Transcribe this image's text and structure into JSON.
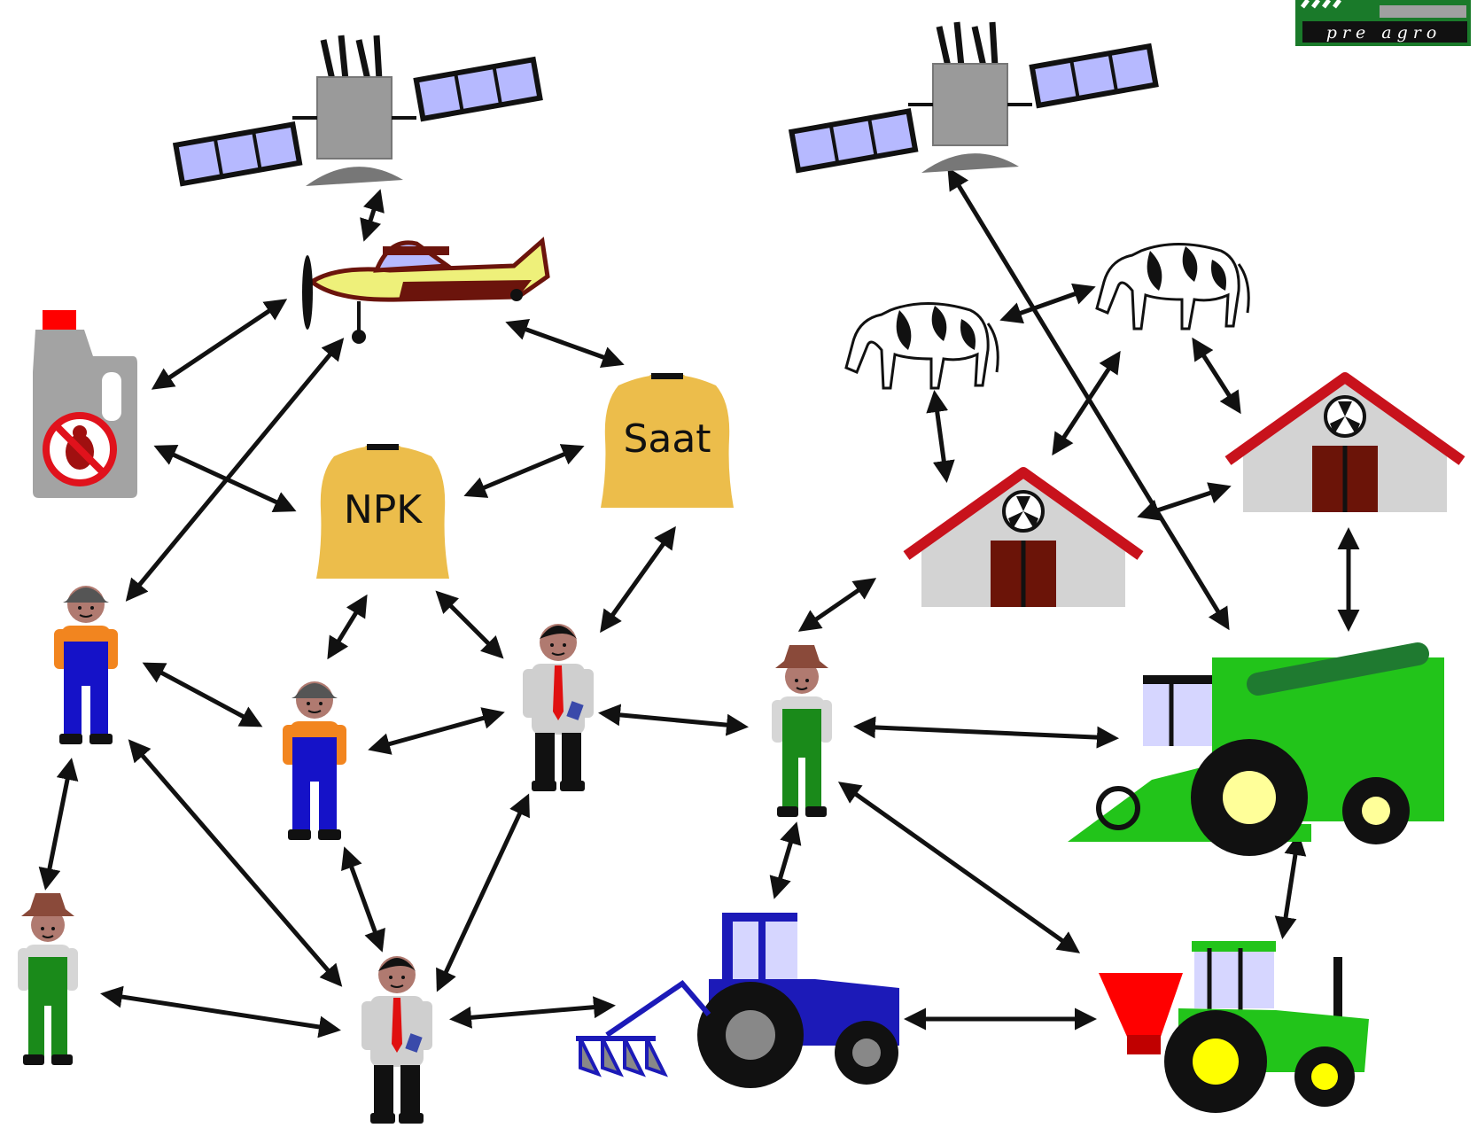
{
  "labels": {
    "npk": "NPK",
    "saat": "Saat"
  },
  "logo": {
    "text": "pre agro"
  },
  "colors": {
    "arrow": "#111111",
    "bag": "#ecbd4b",
    "solar_panel": "#b6b9ff",
    "satellite_body": "#9a9a9a",
    "overall_blue": "#1512c8",
    "overall_green": "#1a8a1a",
    "shirt_orange": "#f2851f",
    "tie_red": "#e01010",
    "barn_roof": "#c8121c",
    "barn_wall": "#d3d3d3",
    "barn_door": "#6b1408",
    "tractor_blue": "#1c1ab8",
    "tractor_green": "#22c41a",
    "wheel_yellow": "#ffff00",
    "hopper_red": "#ff0000",
    "plane_yellow": "#eef07a",
    "plane_brown": "#6b140c",
    "logo_green": "#1a7a2a"
  },
  "icons": [
    "satellite-icon",
    "airplane-icon",
    "pesticide-canister-icon",
    "fertilizer-bag-icon",
    "seed-bag-icon",
    "worker-icon",
    "farmer-icon",
    "advisor-icon",
    "cow-icon",
    "barn-icon",
    "tractor-icon",
    "combine-harvester-icon",
    "spreader-tractor-icon"
  ]
}
